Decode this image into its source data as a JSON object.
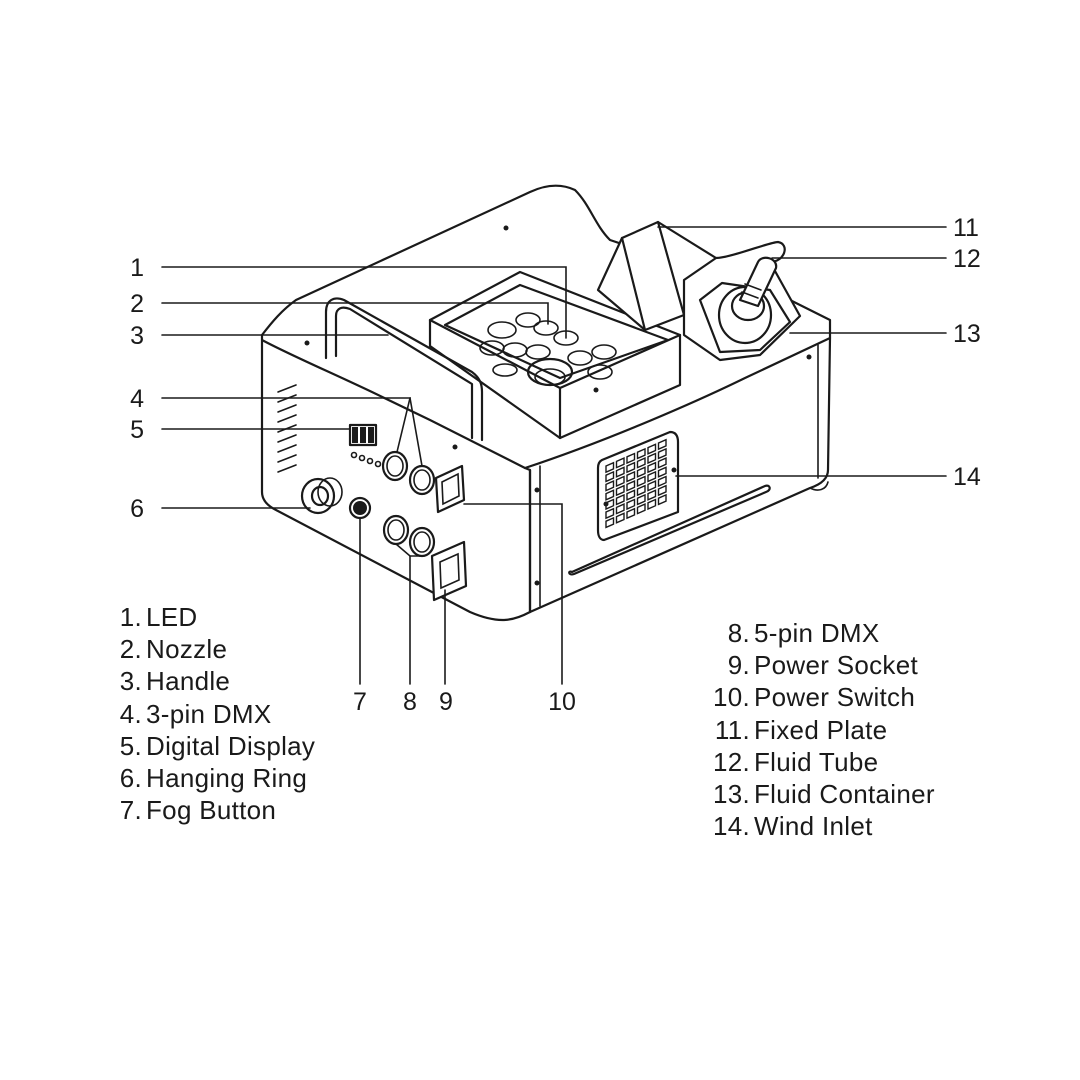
{
  "callouts": [
    {
      "number": "1"
    },
    {
      "number": "2"
    },
    {
      "number": "3"
    },
    {
      "number": "4"
    },
    {
      "number": "5"
    },
    {
      "number": "6"
    },
    {
      "number": "7"
    },
    {
      "number": "8"
    },
    {
      "number": "9"
    },
    {
      "number": "10"
    },
    {
      "number": "11"
    },
    {
      "number": "12"
    },
    {
      "number": "13"
    },
    {
      "number": "14"
    }
  ],
  "legend_left": [
    {
      "number": "1.",
      "label": "LED"
    },
    {
      "number": "2.",
      "label": "Nozzle"
    },
    {
      "number": "3.",
      "label": "Handle"
    },
    {
      "number": "4.",
      "label": "3-pin DMX"
    },
    {
      "number": "5.",
      "label": "Digital Display"
    },
    {
      "number": "6.",
      "label": "Hanging Ring"
    },
    {
      "number": "7.",
      "label": "Fog Button"
    }
  ],
  "legend_right": [
    {
      "number": "8.",
      "label": "5-pin DMX"
    },
    {
      "number": "9.",
      "label": "Power Socket"
    },
    {
      "number": "10.",
      "label": "Power Switch"
    },
    {
      "number": "11.",
      "label": "Fixed Plate"
    },
    {
      "number": "12.",
      "label": "Fluid Tube"
    },
    {
      "number": "13.",
      "label": "Fluid Container"
    },
    {
      "number": "14.",
      "label": "Wind Inlet"
    }
  ]
}
